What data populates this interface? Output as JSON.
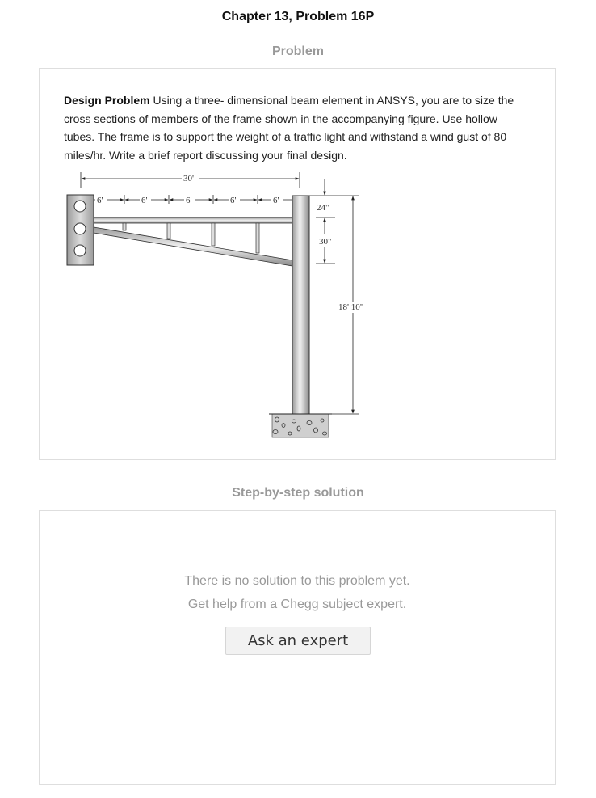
{
  "page": {
    "title": "Chapter 13, Problem 16P"
  },
  "problem": {
    "heading": "Problem",
    "lead": "Design Problem",
    "text": " Using a three- dimensional beam element in ANSYS, you are to size the cross sections of members of the frame shown in the accompanying figure. Use hollow tubes. The frame is to support the weight of a traffic light and withstand a wind gust of 80 miles/hr. Write a brief report discussing your final design.",
    "figure": {
      "total_span": "30'",
      "segment_labels": [
        "6'",
        "6'",
        "6'",
        "6'",
        "6'"
      ],
      "depth_top": "24\"",
      "depth_brace": "30\"",
      "height": "18' 10\""
    }
  },
  "solution": {
    "heading": "Step-by-step solution",
    "line1": "There is no solution to this problem yet.",
    "line2": "Get help from a Chegg subject expert.",
    "button_label": "Ask an expert"
  }
}
